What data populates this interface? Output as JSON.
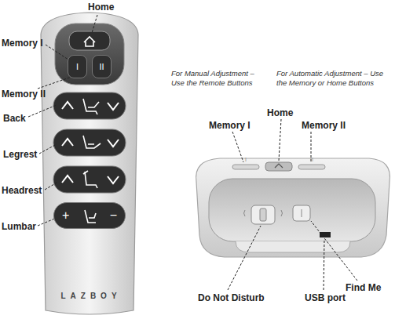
{
  "diagram": {
    "nodes": [
      {
        "text": [
          "I"
        ]
      },
      {
        "text": [
          "II"
        ]
      },
      {
        "text": [
          "+",
          "−"
        ]
      }
    ],
    "labels": [
      "Home",
      "Memory I",
      "Memory II",
      "Back",
      "Legrest",
      "Headrest",
      "Lumbar",
      "LAZBOY",
      "For Manual Adjustment – Use the Remote Buttons",
      "For Automatic Adjustment – Use the Memory or Home Buttons",
      "Memory I",
      "Home",
      "Memory II",
      "I",
      "II",
      "Do Not Disturb",
      "USB port",
      "Find Me"
    ]
  }
}
